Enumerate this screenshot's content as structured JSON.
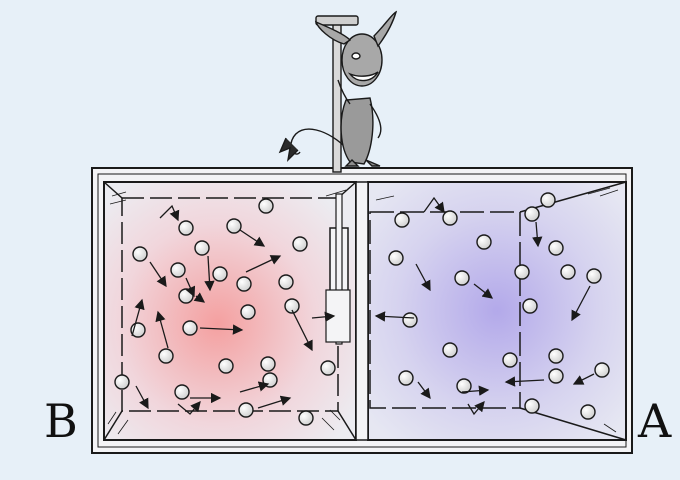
{
  "figure": {
    "label_left": "B",
    "label_right": "A",
    "character": "demon-on-lever",
    "colors": {
      "background": "#e7f0f8",
      "hot_glow": "#f4a9a6",
      "cold_glow": "#b8b0e8",
      "outline": "#1a1a1a",
      "ball_fill": "#f2f2f2"
    }
  }
}
